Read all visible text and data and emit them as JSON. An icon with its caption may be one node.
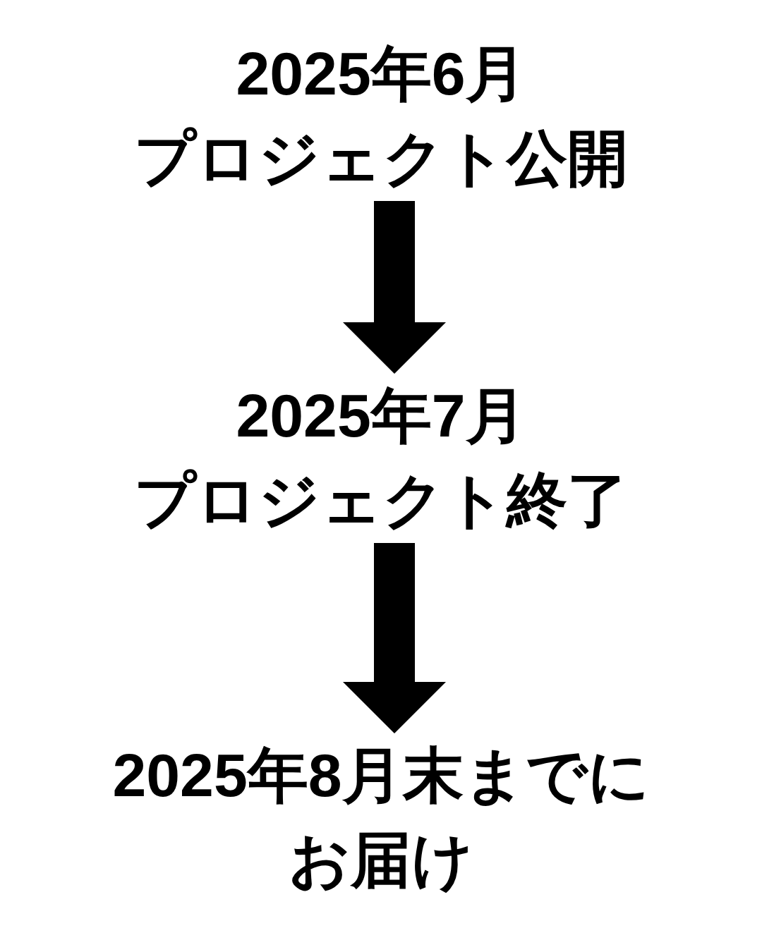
{
  "diagram": {
    "nodes": [
      {
        "text": [
          "2025年6月",
          "プロジェクト公開"
        ]
      },
      {
        "text": [
          "2025年7月",
          "プロジェクト終了"
        ]
      },
      {
        "text": [
          "2025年8月末までにお届け"
        ]
      }
    ],
    "edges": [
      {
        "from": 0,
        "to": 1,
        "arrow": "to"
      },
      {
        "from": 1,
        "to": 2,
        "arrow": "to"
      }
    ]
  }
}
